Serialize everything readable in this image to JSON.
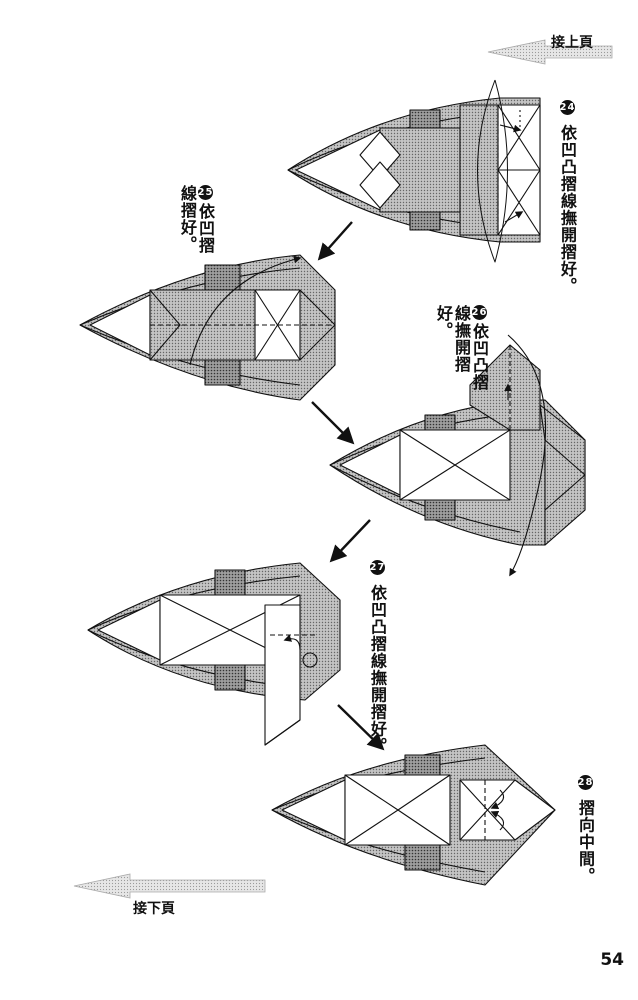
{
  "nav": {
    "prev_label": "接上頁",
    "next_label": "接下頁"
  },
  "steps": [
    {
      "num": "24",
      "text": "依凹凸摺線撫開摺好。"
    },
    {
      "num": "25",
      "text": "依凹摺線",
      "text2": "摺好。"
    },
    {
      "num": "26",
      "text": "依凹凸摺線",
      "text2": "撫開摺好。"
    },
    {
      "num": "27",
      "text": "依凹凸摺線撫開摺好。"
    },
    {
      "num": "28",
      "text": "摺向中間。"
    }
  ],
  "page_number": "54",
  "colors": {
    "screen": "#bdbdbd",
    "line": "#111111"
  }
}
